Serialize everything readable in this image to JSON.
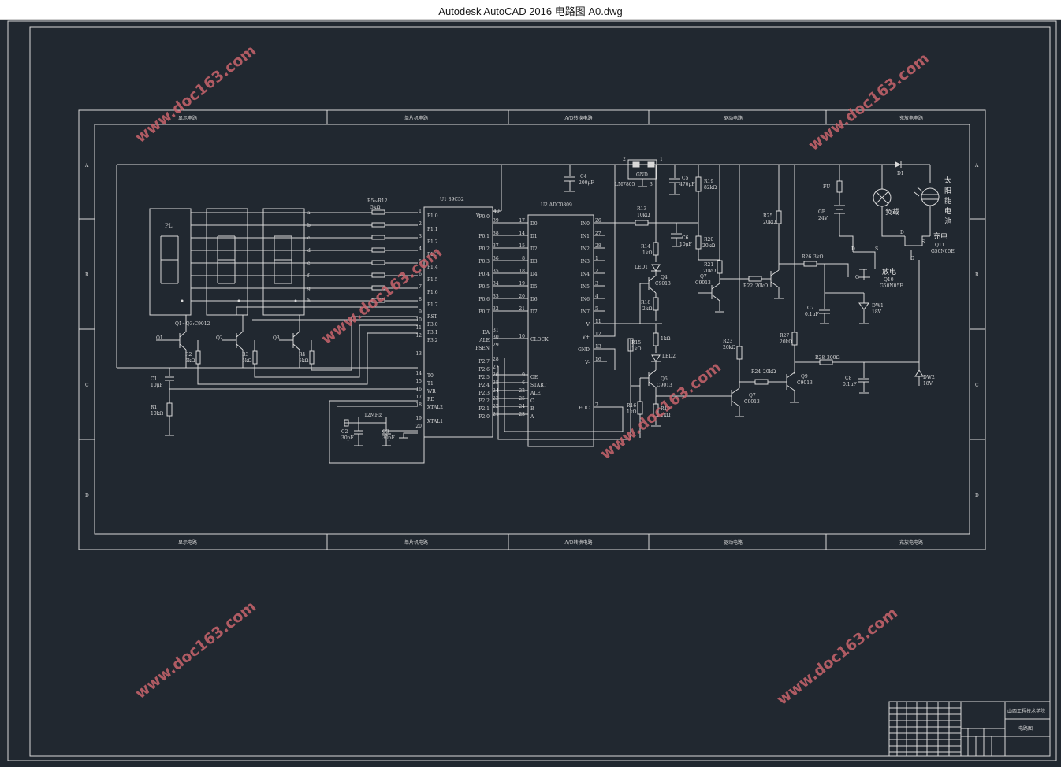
{
  "window": {
    "title": "Autodesk AutoCAD 2016     电路图 A0.dwg"
  },
  "frame": {
    "section_headers": [
      "显示电路",
      "单片机电路",
      "A/D转换电路",
      "驱动电路",
      "充放电电路"
    ],
    "zones_left": [
      "A",
      "B",
      "C",
      "D"
    ],
    "zones_right": [
      "A",
      "B",
      "C",
      "D"
    ]
  },
  "title_block": {
    "school": "山西工程技术学院",
    "drawing_name": "电路图"
  },
  "watermark": "www.doc163.com",
  "colors": {
    "background": "#212830",
    "lines": "#d9d9d9",
    "watermark": "#c9656d"
  },
  "labels": {
    "display": {
      "pl": "PL",
      "seg_lines": [
        "a",
        "b",
        "c",
        "d",
        "e",
        "f",
        "g",
        "h"
      ],
      "res_array": "R5~R12",
      "res_array_val": "5kΩ",
      "q_note": "Q1~Q3:C9012",
      "q1": "Q1",
      "q2": "Q2",
      "q3": "Q3",
      "r2": "R2",
      "r2v": "5kΩ",
      "r3": "R3",
      "r3v": "5kΩ",
      "r4": "R4",
      "r4v": "5kΩ",
      "c1": "C1",
      "c1v": "10μF",
      "r1": "R1",
      "r1v": "10kΩ"
    },
    "mcu": {
      "name": "U1    89C52",
      "vcc": "V",
      "pin40": "40",
      "left_pins": [
        "P1.0",
        "P1.1",
        "P1.2",
        "P1.3",
        "P1.4",
        "P1.5",
        "P1.6",
        "P1.7",
        "RST",
        "P3.0",
        "P3.1",
        "P3.2",
        "T0",
        "T1",
        "WR",
        "RD",
        "XTAL2",
        "XTAL1"
      ],
      "left_nums": [
        "1",
        "2",
        "3",
        "4",
        "5",
        "6",
        "7",
        "8",
        "9",
        "10",
        "11",
        "12",
        "13",
        "14",
        "15",
        "16",
        "17",
        "18",
        "19",
        "20"
      ],
      "right_pins": [
        "P0.0",
        "P0.1",
        "P0.2",
        "P0.3",
        "P0.4",
        "P0.5",
        "P0.6",
        "P0.7",
        "EA",
        "ALE",
        "PSEN",
        "P2.7",
        "P2.6",
        "P2.5",
        "P2.4",
        "P2.3",
        "P2.2",
        "P2.1",
        "P2.0"
      ],
      "right_nums": [
        "39",
        "38",
        "37",
        "36",
        "35",
        "34",
        "33",
        "32",
        "31",
        "30",
        "29",
        "28",
        "27",
        "26",
        "25",
        "24",
        "23",
        "22",
        "21"
      ],
      "xtal": "12MHz",
      "c2": "C2",
      "c2v": "30pF",
      "c3": "C3",
      "c3v": "30pF"
    },
    "adc": {
      "name": "U2    ADC0809",
      "left_pins": [
        "D0",
        "D1",
        "D2",
        "D3",
        "D4",
        "D5",
        "D6",
        "D7",
        "CLOCK",
        "OE",
        "START",
        "ALE",
        "C",
        "B",
        "A"
      ],
      "left_nums": [
        "17",
        "14",
        "15",
        "8",
        "18",
        "19",
        "20",
        "21",
        "10",
        "9",
        "6",
        "22",
        "25",
        "24",
        "23"
      ],
      "right_pins": [
        "IN0",
        "IN1",
        "IN2",
        "IN3",
        "IN4",
        "IN5",
        "IN6",
        "IN7",
        "V",
        "V+",
        "GND",
        "V-",
        "EOC"
      ],
      "right_nums": [
        "26",
        "27",
        "28",
        "1",
        "2",
        "3",
        "4",
        "5",
        "11",
        "12",
        "13",
        "16",
        "7"
      ]
    },
    "power": {
      "c4": "C4",
      "c4v": "200μF",
      "reg": "LM7805",
      "gnd": "GND",
      "vin": "V",
      "p1": "1",
      "p2": "2",
      "p3": "3",
      "c5": "C5",
      "c5v": "470μF",
      "r19": "R19",
      "r19v": "82kΩ",
      "d1": "D1"
    },
    "drive": {
      "r13": "R13",
      "r13v": "10kΩ",
      "c6": "C6",
      "c6v": "10μF",
      "r20": "R20",
      "r20v": "20kΩ",
      "r14": "R14",
      "r14v": "1kΩ",
      "led1": "LED1",
      "q4": "Q4",
      "q4v": "C9013",
      "r21": "R21",
      "r21v": "20kΩ",
      "q7a": "Q7",
      "q7av": "C9013",
      "r18": "R18",
      "r18v": "2kΩ",
      "r15": "R15",
      "r15v": "1kΩ",
      "r17v": "1kΩ",
      "led2": "LED2",
      "q6": "Q6",
      "q6v": "C9013",
      "r16": "R16",
      "r16v": "1kΩ",
      "r19b": "R19",
      "r19bv": "1kΩ",
      "r23": "R23",
      "r23v": "20kΩ",
      "r24": "R24",
      "r24v": "20kΩ",
      "q7": "Q7",
      "q7v": "C9013",
      "q9": "Q9",
      "q9v": "C9013",
      "r22": "R22",
      "r22v": "20kΩ"
    },
    "charge": {
      "r25": "R25",
      "r25v": "20kΩ",
      "r26": "R26",
      "r26v": "3kΩ",
      "c7": "C7",
      "c7v": "0.1μF",
      "r27": "R27",
      "r27v": "20kΩ",
      "r28": "R28",
      "r28v": "300Ω",
      "c8": "C8",
      "c8v": "0.1μF",
      "fu": "FU",
      "gb": "GB",
      "gbv": "24V",
      "load": "负载",
      "solar": [
        "太",
        "阳",
        "能",
        "电",
        "池"
      ],
      "charge_lbl": "充电",
      "q11": "Q11",
      "q11v": "G50N05E",
      "discharge": "放电",
      "q10": "Q10",
      "q10v": "G50N05E",
      "dw1": "DW1",
      "dw1v": "18V",
      "dw2": "DW2",
      "dw2v": "18V",
      "d": "D",
      "s": "S",
      "g": "G"
    }
  }
}
